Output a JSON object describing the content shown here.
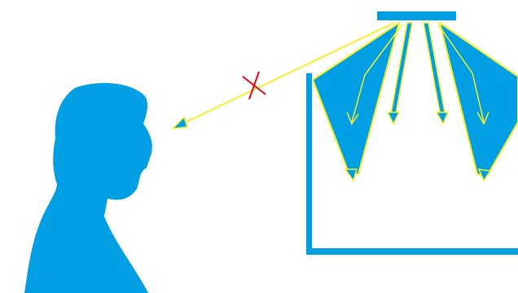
{
  "diagram": {
    "colors": {
      "background": "#ffffff",
      "figure_fill": "#009fe3",
      "ray_stroke": "#f7ef2a",
      "blocked_marker": "#e30613"
    },
    "elements": [
      "ceiling-light-fixture",
      "downward-light-beams",
      "glare-ray-blocked",
      "person-silhouette",
      "shelf-bracket"
    ]
  }
}
